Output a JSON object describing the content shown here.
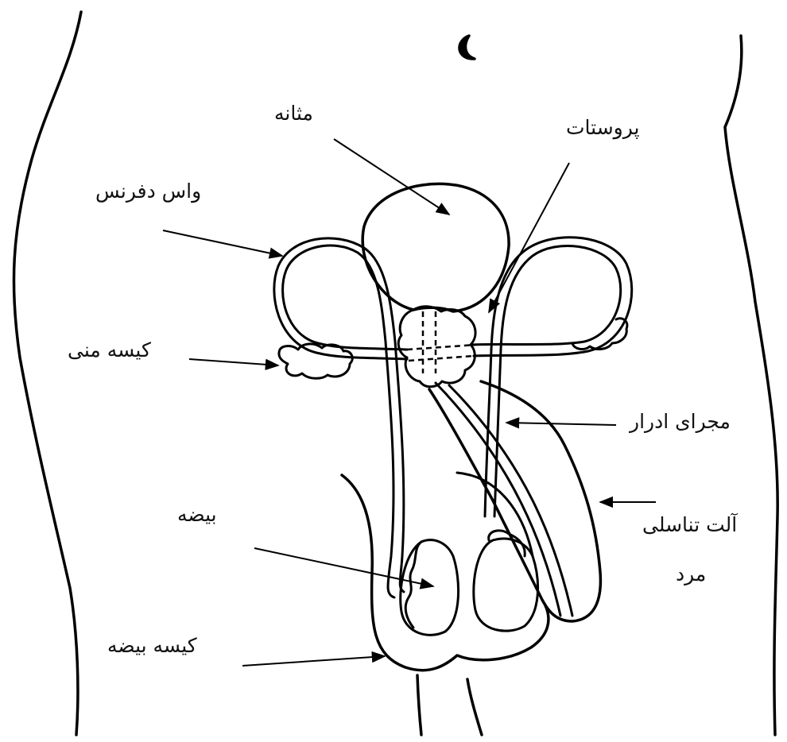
{
  "labels": {
    "bladder": "مثانه",
    "prostate": "پروستات",
    "vas_deferens": "واس دفرنس",
    "seminal_vesicle": "کیسه منی",
    "urethra": "مجرای ادرار",
    "penis_line1": "آلت تناسلی",
    "penis_line2": "مرد",
    "testis": "بیضه",
    "scrotum": "کیسه بیضه"
  },
  "colors": {
    "ink": "#000000",
    "background": "#ffffff"
  }
}
